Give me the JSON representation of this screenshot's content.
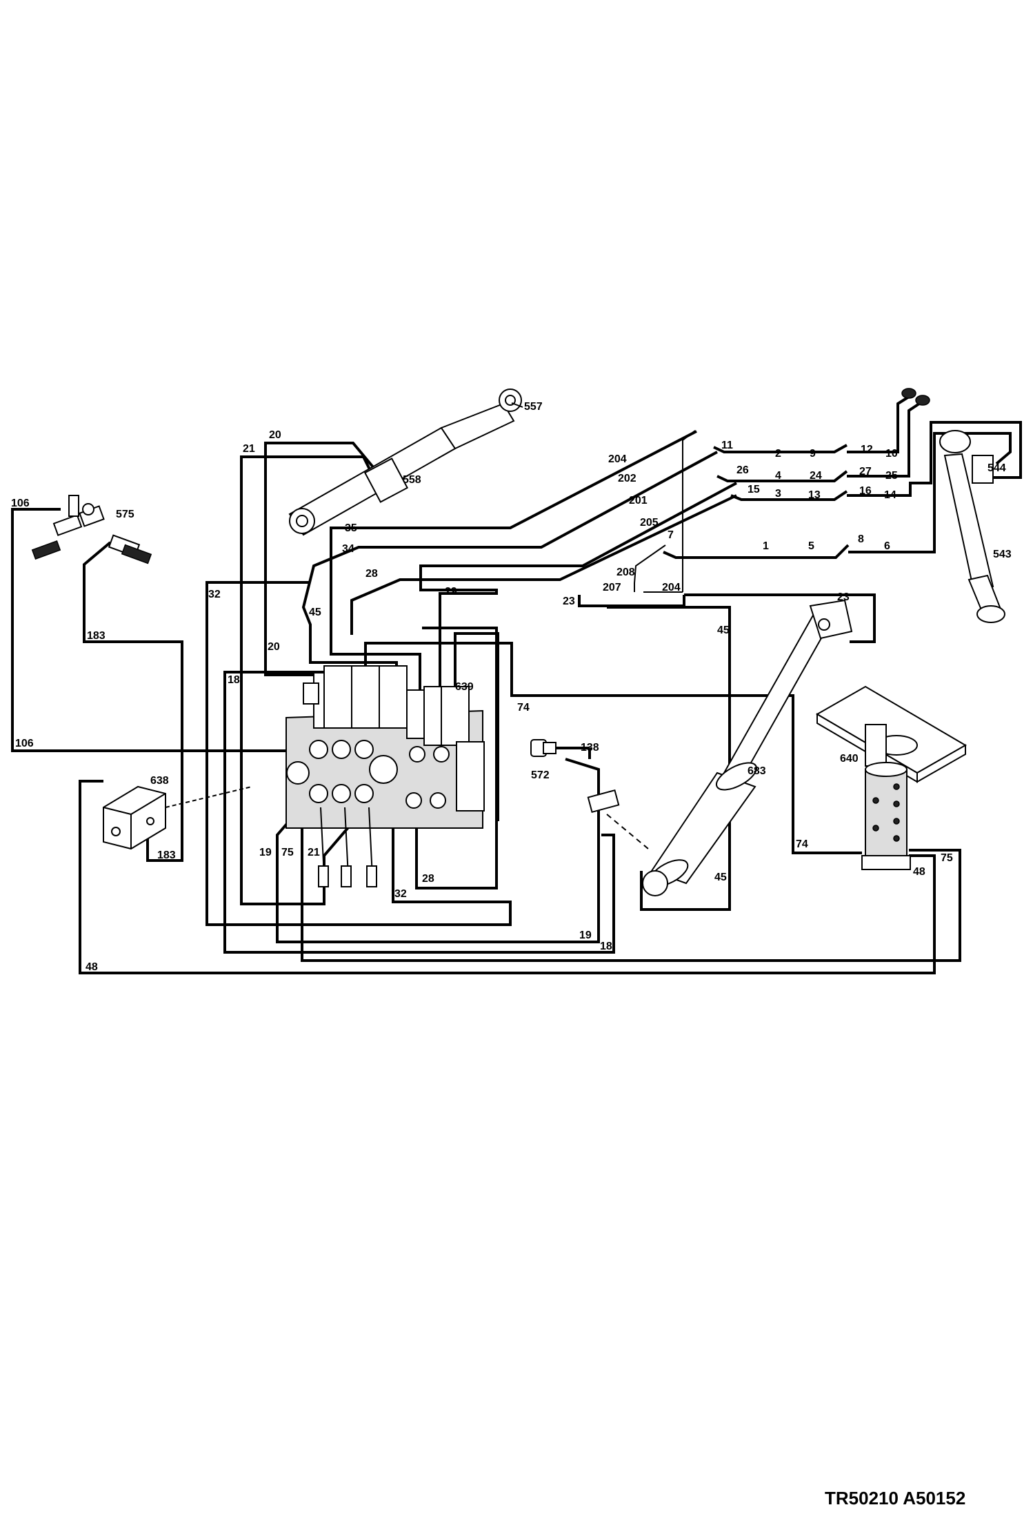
{
  "diagram": {
    "reference": "TR50210 A50152",
    "labels": {
      "l20a": "20",
      "l21a": "21",
      "l557": "557",
      "l558": "558",
      "l204a": "204",
      "l202": "202",
      "l201": "201",
      "l205": "205",
      "l11": "11",
      "l2": "2",
      "l9": "9",
      "l12": "12",
      "l10": "10",
      "l26": "26",
      "l4": "4",
      "l24": "24",
      "l27": "27",
      "l25": "25",
      "l15": "15",
      "l3": "3",
      "l13": "13",
      "l16": "16",
      "l14": "14",
      "l544": "544",
      "l543": "543",
      "l7": "7",
      "l1": "1",
      "l5": "5",
      "l8": "8",
      "l6": "6",
      "l208": "208",
      "l207": "207",
      "l204b": "204",
      "l23a": "23",
      "l23b": "23",
      "l35": "35",
      "l34": "34",
      "l28a": "28",
      "l29": "29",
      "l32a": "32",
      "l45a": "45",
      "l20b": "20",
      "l18a": "18",
      "l639": "639",
      "l74a": "74",
      "l45b": "45",
      "l106a": "106",
      "l575": "575",
      "l183a": "183",
      "l106b": "106",
      "l638": "638",
      "l183b": "183",
      "l138": "138",
      "l572": "572",
      "l683": "683",
      "l640": "640",
      "l74b": "74",
      "l75a": "75",
      "l48a": "48",
      "l45c": "45",
      "l19a": "19",
      "l75b": "75",
      "l21b": "21",
      "l32b": "32",
      "l28b": "28",
      "l19b": "19",
      "l18b": "18",
      "l48b": "48"
    }
  }
}
